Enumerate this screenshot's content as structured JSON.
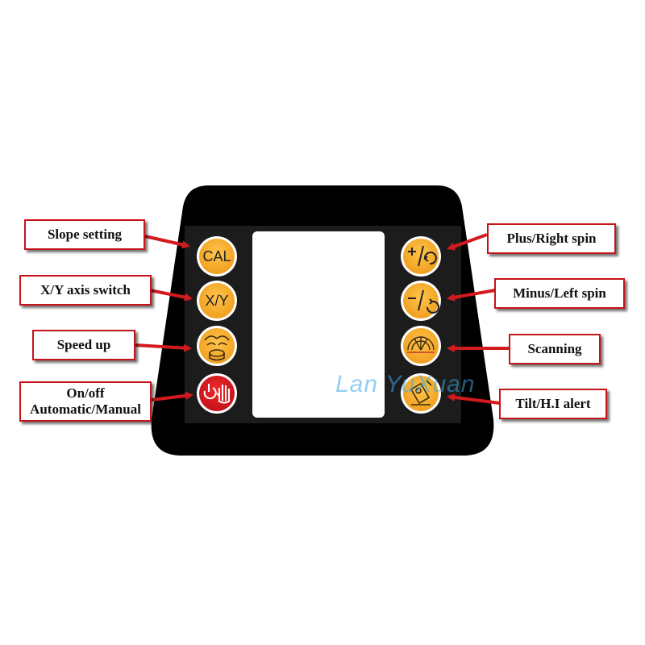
{
  "labels": {
    "slope_setting": "Slope setting",
    "xy_axis_switch": "X/Y axis switch",
    "speed_up": "Speed up",
    "onoff_line1": "On/off",
    "onoff_line2": "Automatic/Manual",
    "plus_right_spin": "Plus/Right spin",
    "minus_left_spin": "Minus/Left spin",
    "scanning": "Scanning",
    "tilt_hi_alert": "Tilt/H.I alert"
  },
  "buttons": {
    "cal": "CAL",
    "xy": "X/Y"
  },
  "watermark": "Lan YuXuan",
  "colors": {
    "panel": "#000000",
    "face": "#1c1c1c",
    "button_orange": "#f5ad2e",
    "button_red": "#d9191c",
    "arrow_red": "#d21a1f",
    "label_border": "#c4141a",
    "screen": "#ffffff"
  },
  "icons": {
    "speed_up": "speed-up-icon",
    "power": "power-hand-icon",
    "plus_spin": "plus-right-spin-icon",
    "minus_spin": "minus-left-spin-icon",
    "scanning": "scanning-icon",
    "tilt": "tilt-icon"
  }
}
